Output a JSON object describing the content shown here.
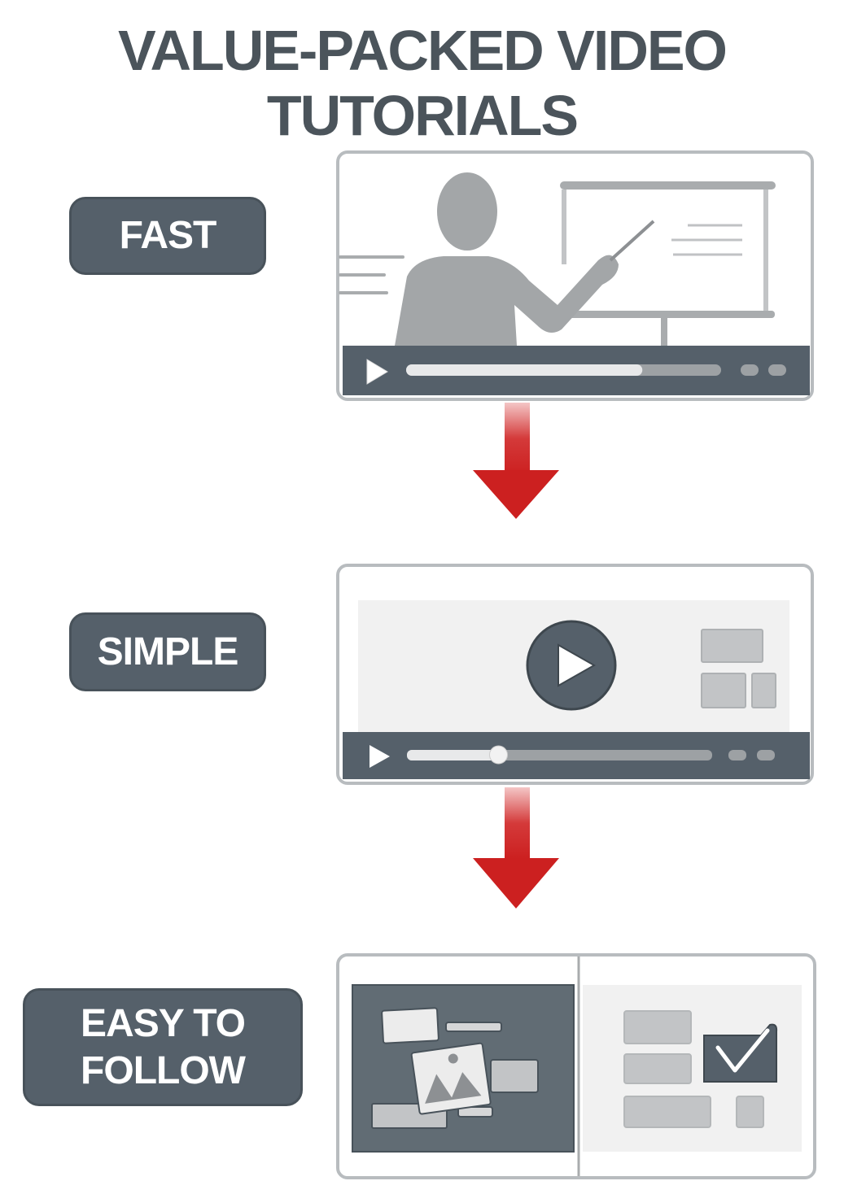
{
  "title": "VALUE-PACKED VIDEO TUTORIALS",
  "steps": [
    {
      "label": "FAST",
      "video": {
        "type": "presenter",
        "progress_percent": 75
      }
    },
    {
      "label": "SIMPLE",
      "video": {
        "type": "play-screen",
        "progress_percent": 30
      }
    },
    {
      "label_line1": "EASY TO",
      "label_line2": "FOLLOW",
      "video": {
        "type": "split-layout-checklist"
      }
    }
  ],
  "colors": {
    "dark": "#55606a",
    "arrow": "#d42a2a",
    "panel_border": "#b8bcbf",
    "light_gray": "#c2c4c6"
  },
  "icons": [
    "play-icon",
    "presenter-icon",
    "whiteboard-icon",
    "image-icon",
    "checkmark-icon",
    "arrow-down-icon"
  ]
}
